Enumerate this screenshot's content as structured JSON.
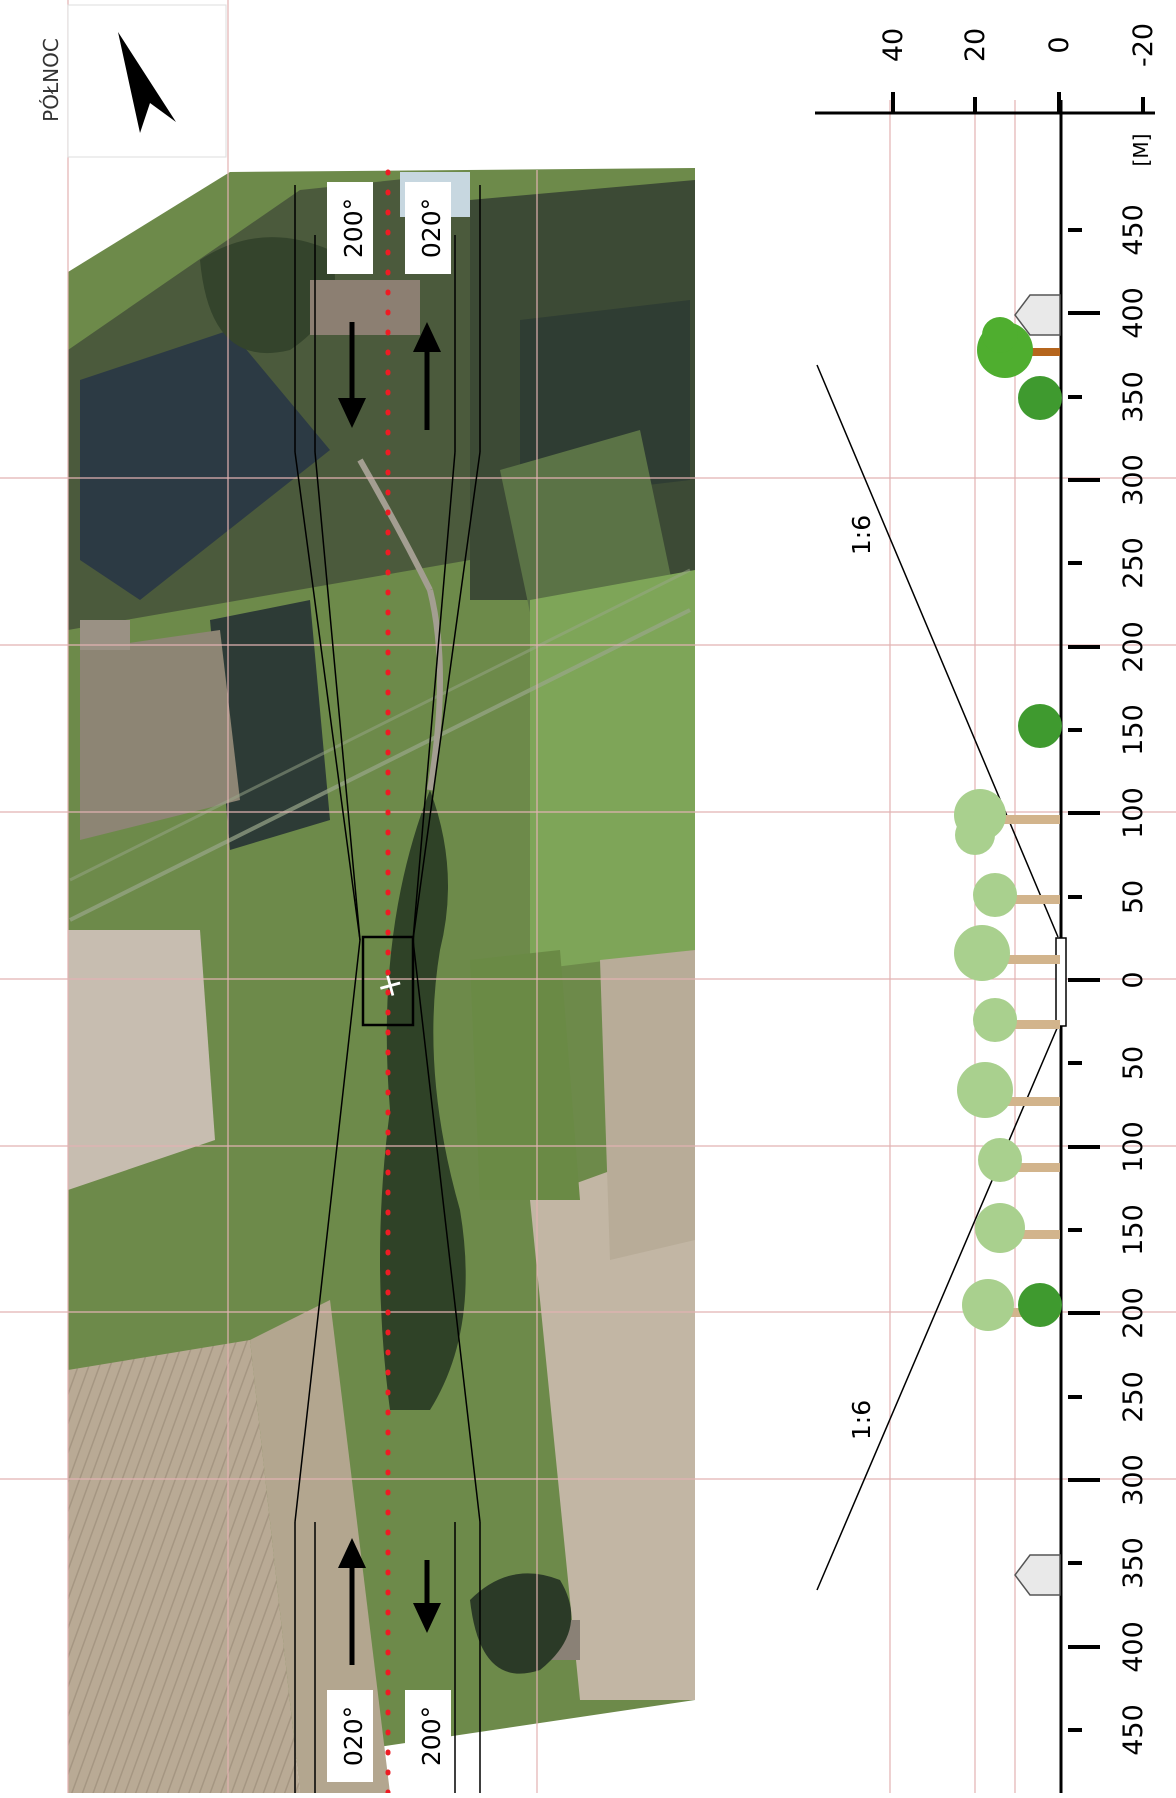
{
  "north_label": "PÓŁNOC",
  "elevation_axis": {
    "unit": "[M]",
    "ticks": [
      {
        "value": 40,
        "label": "40"
      },
      {
        "value": 20,
        "label": "20"
      },
      {
        "value": 0,
        "label": "0"
      },
      {
        "value": -20,
        "label": "-20"
      }
    ]
  },
  "distance_axis": {
    "ticks_left": [
      "0",
      "50",
      "100",
      "150",
      "200",
      "250",
      "300",
      "350",
      "400",
      "450"
    ],
    "ticks_right": [
      "50",
      "100",
      "150",
      "200",
      "250",
      "300",
      "350",
      "400",
      "450"
    ]
  },
  "slope_labels": [
    "1:6",
    "1:6"
  ],
  "runway_headings": {
    "top_left": "200°",
    "top_right": "020°",
    "bottom_left": "020°",
    "bottom_right": "200°"
  },
  "colors": {
    "grid": "#e2b2b2",
    "centerline": "#ee1c24",
    "aerial_field": "#6f8f4c",
    "tree_green": "#a9d08e",
    "tree_dark": "#3f9a2f"
  }
}
